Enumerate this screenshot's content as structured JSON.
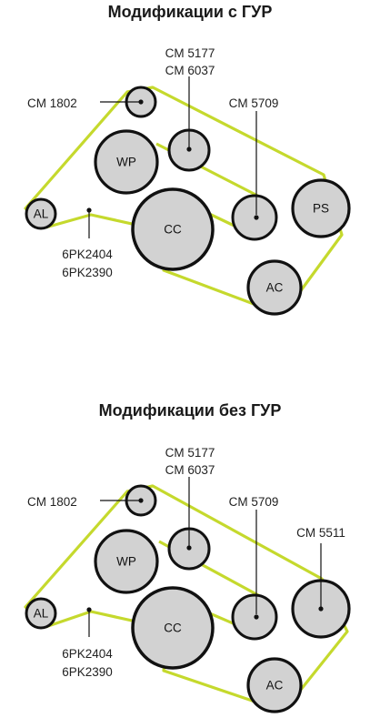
{
  "colors": {
    "belt": "#c5d92d",
    "pulley_fill": "#d2d2d2",
    "pulley_stroke": "#111111",
    "text": "#222222"
  },
  "diagrams": [
    {
      "title": "Модификации с ГУР",
      "pulleys": {
        "al": "AL",
        "wp": "WP",
        "cc": "CC",
        "ps": "PS",
        "ac": "AC"
      },
      "callouts": {
        "idler_top": "CM 1802",
        "tensioner": [
          "CM 5177",
          "CM 6037"
        ],
        "idler_right": "CM 5709",
        "belt": [
          "6PK2404",
          "6PK2390"
        ]
      }
    },
    {
      "title": "Модификации без ГУР",
      "pulleys": {
        "al": "AL",
        "wp": "WP",
        "cc": "CC",
        "ac": "AC"
      },
      "callouts": {
        "idler_top": "CM 1802",
        "tensioner": [
          "CM 5177",
          "CM 6037"
        ],
        "idler_right": "CM 5709",
        "idler_far": "CM 5511",
        "belt": [
          "6PK2404",
          "6PK2390"
        ]
      }
    }
  ]
}
